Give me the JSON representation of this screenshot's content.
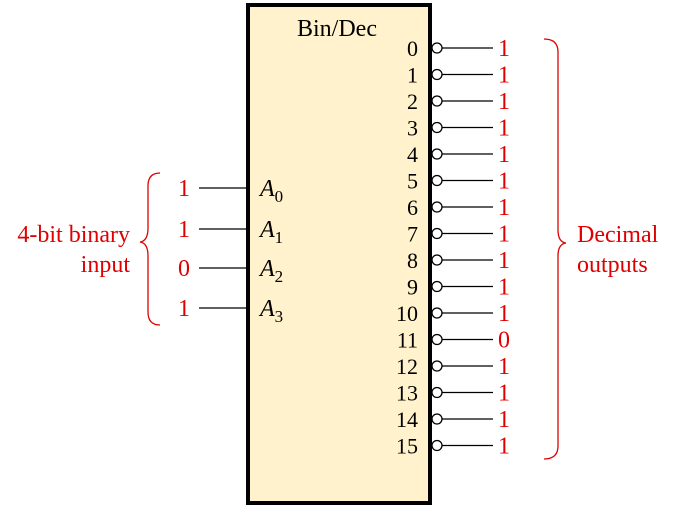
{
  "chip": {
    "title": "Bin/Dec",
    "fill": "#FFF2CC",
    "border": "#000000"
  },
  "colors": {
    "value": "#E00000",
    "text": "#000000",
    "line": "#000000"
  },
  "inputs": {
    "label_line1": "4-bit binary",
    "label_line2": "input",
    "pins": [
      {
        "name": "A",
        "sub": "0",
        "value": "1"
      },
      {
        "name": "A",
        "sub": "1",
        "value": "1"
      },
      {
        "name": "A",
        "sub": "2",
        "value": "0"
      },
      {
        "name": "A",
        "sub": "3",
        "value": "1"
      }
    ]
  },
  "outputs": {
    "label_line1": "Decimal",
    "label_line2": "outputs",
    "pins": [
      {
        "label": "0",
        "value": "1"
      },
      {
        "label": "1",
        "value": "1"
      },
      {
        "label": "2",
        "value": "1"
      },
      {
        "label": "3",
        "value": "1"
      },
      {
        "label": "4",
        "value": "1"
      },
      {
        "label": "5",
        "value": "1"
      },
      {
        "label": "6",
        "value": "1"
      },
      {
        "label": "7",
        "value": "1"
      },
      {
        "label": "8",
        "value": "1"
      },
      {
        "label": "9",
        "value": "1"
      },
      {
        "label": "10",
        "value": "1"
      },
      {
        "label": "11",
        "value": "0"
      },
      {
        "label": "12",
        "value": "1"
      },
      {
        "label": "13",
        "value": "1"
      },
      {
        "label": "14",
        "value": "1"
      },
      {
        "label": "15",
        "value": "1"
      }
    ]
  }
}
